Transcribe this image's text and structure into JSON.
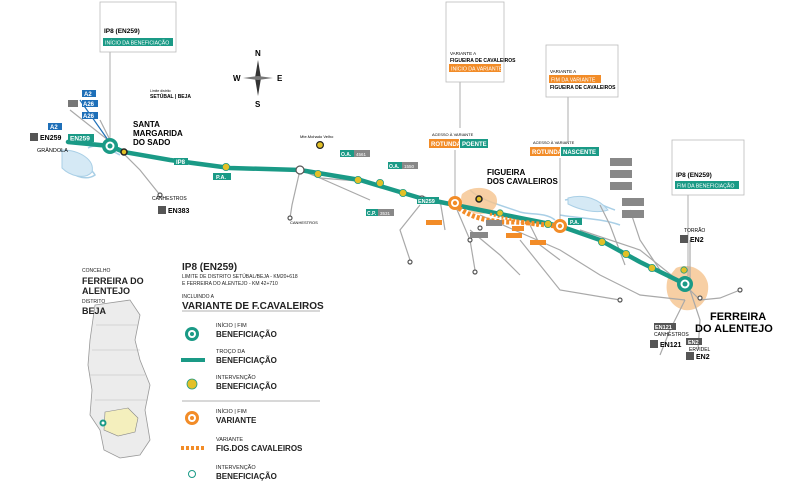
{
  "colors": {
    "road_green": "#1a9a86",
    "intervention_yellow": "#e3c027",
    "variant_orange": "#f28c28",
    "roads_grey": "#9a9a9a",
    "river_blue": "#a9cfe6",
    "highway_blue": "#1e6fb8",
    "dark_badge": "#555555",
    "urban_orange": "#f5c38d",
    "beja_region": "#f4efbd"
  },
  "compass": {
    "n": "N",
    "e": "E",
    "s": "S",
    "w": "W"
  },
  "callouts": {
    "start": {
      "road": "IP8 (EN259)",
      "label": "INÍCIO DA BENEFICIAÇÃO"
    },
    "end": {
      "road": "IP8 (EN259)",
      "label": "FIM DA BENEFICIAÇÃO"
    },
    "variant_start": {
      "line1": "VARIANTE A",
      "line2": "FIGUEIRA DE CAVALEIROS",
      "label": "INÍCIO DA VARIANTE"
    },
    "variant_end": {
      "line1": "VARIANTE A",
      "label": "FIM DA VARIANTE",
      "line2": "FIGUEIRA DE CAVALEIROS"
    },
    "roundabout_west": {
      "small": "ACESSO À VARIANTE",
      "a": "ROTUNDA",
      "b": "POENTE"
    },
    "roundabout_east": {
      "small": "ACESSO À VARIANTE",
      "a": "ROTUNDA",
      "b": "NASCENTE"
    }
  },
  "places": {
    "santa_margarida": [
      "SANTA",
      "MARGARIDA",
      "DO SADO"
    ],
    "figueira": [
      "FIGUEIRA",
      "DOS CAVALEIROS"
    ],
    "ferreira": [
      "FERREIRA",
      "DO ALENTEJO"
    ],
    "limite": [
      "Limite distrito",
      "SETÚBAL | BEJA"
    ],
    "grandola": "GRÂNDOLA",
    "canhestros": "CANHESTROS",
    "canhestros_small": "CANHESTROS",
    "mte_mohado": "Mte.Mohado Velho",
    "torrao": "TORRÃO",
    "ervidel": "ERVIDEL",
    "canhestros_east": "CANHESTROS"
  },
  "badges": {
    "a2_1": "A2",
    "a26_1": "A26",
    "a26_2": "A26",
    "a2_2": "A2",
    "en259_grandola": "EN259",
    "en259_road": "EN259",
    "en259_mid": "EN259",
    "en383": "EN383",
    "en2_torrao": "EN2",
    "en2_ervidel": "EN2",
    "en121": "EN121",
    "en121_b": "EN121",
    "en2_b": "EN2",
    "ip8": "IP8"
  },
  "tags": {
    "pa1": "P.A.",
    "pa2": "P.A.",
    "pa3": "P.A.",
    "oa1": "O.A.",
    "oa1v": "4561",
    "oa2": "O.A.",
    "oa2v": "1550",
    "cp": "C.P.",
    "cpv": "3531"
  },
  "legend": {
    "concelho_small": "CONCELHO",
    "concelho": [
      "FERREIRA DO",
      "ALENTEJO"
    ],
    "distrito_small": "DISTRITO",
    "distrito": "BEJA",
    "title": "IP8 (EN259)",
    "sub": [
      "LIMITE DE DISTRITO SETÚBAL/BEJA - KM20+618",
      "E FERREIRA DO ALENTEJO - KM 42+710"
    ],
    "incl": "INCLUINDO A",
    "variante": "VARIANTE DE F.CAVALEIROS",
    "items": [
      {
        "small": "INÍCIO | FIM",
        "big": "BENEFICIAÇÃO"
      },
      {
        "small": "TROÇO DA",
        "big": "BENEFICIAÇÃO"
      },
      {
        "small": "INTERVENÇÃO",
        "big": "BENEFICIAÇÃO"
      },
      {
        "small": "INÍCIO | FIM",
        "big": "VARIANTE"
      },
      {
        "small": "VARIANTE",
        "big": "FIG.DOS CAVALEIROS"
      },
      {
        "small": "INTERVENÇÃO",
        "big": "BENEFICIAÇÃO"
      }
    ]
  }
}
